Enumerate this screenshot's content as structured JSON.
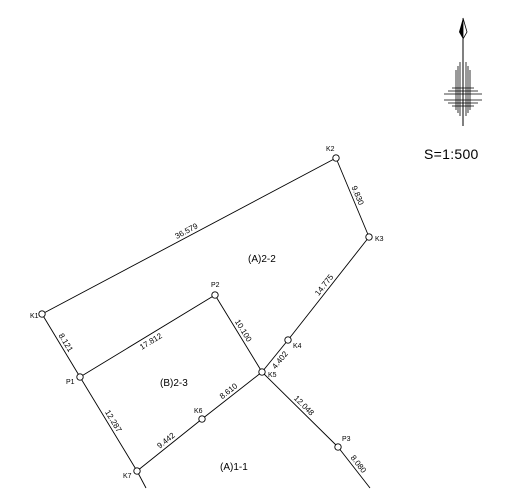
{
  "scale": "S=1:500",
  "north_arrow": {
    "icon": "north-arrow-icon"
  },
  "colors": {
    "line": "#000000",
    "background": "#ffffff"
  },
  "points": {
    "K1": {
      "label": "K1"
    },
    "K2": {
      "label": "K2"
    },
    "K3": {
      "label": "K3"
    },
    "K4": {
      "label": "K4"
    },
    "K5": {
      "label": "K5"
    },
    "K6": {
      "label": "K6"
    },
    "K7": {
      "label": "K7"
    },
    "P1": {
      "label": "P1"
    },
    "P2": {
      "label": "P2"
    },
    "P3": {
      "label": "P3"
    }
  },
  "edges": [
    {
      "id": "K1-K2",
      "from": "K1",
      "to": "K2",
      "length": "36.579"
    },
    {
      "id": "K2-K3",
      "from": "K2",
      "to": "K3",
      "length": "9.830"
    },
    {
      "id": "K3-K4",
      "from": "K3",
      "to": "K4",
      "length": "14.775"
    },
    {
      "id": "K4-K5",
      "from": "K4",
      "to": "K5",
      "length": "4.402"
    },
    {
      "id": "K1-P1",
      "from": "K1",
      "to": "P1",
      "length": "8.121"
    },
    {
      "id": "P1-P2",
      "from": "P1",
      "to": "P2",
      "length": "17.812"
    },
    {
      "id": "P2-K5",
      "from": "P2",
      "to": "K5",
      "length": "10.100"
    },
    {
      "id": "P1-K7",
      "from": "P1",
      "to": "K7",
      "length": "12.287"
    },
    {
      "id": "K7-K6",
      "from": "K7",
      "to": "K6",
      "length": "9.442"
    },
    {
      "id": "K6-K5",
      "from": "K6",
      "to": "K5",
      "length": "8.610"
    },
    {
      "id": "K5-P3",
      "from": "K5",
      "to": "P3",
      "length": "12.048"
    },
    {
      "id": "P3-edge",
      "from": "P3",
      "to": "E2",
      "length": "8.080"
    },
    {
      "id": "K7-edge",
      "from": "K7",
      "to": "E1",
      "length": ""
    }
  ],
  "parcels": [
    {
      "id": "A2-2",
      "label": "(A)2-2"
    },
    {
      "id": "B2-3",
      "label": "(B)2-3"
    },
    {
      "id": "A1-1",
      "label": "(A)1-1"
    }
  ]
}
